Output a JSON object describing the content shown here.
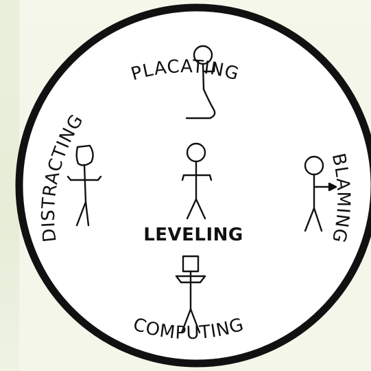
{
  "diagram": {
    "center_label": "LEVELING",
    "ring_labels": {
      "top": "PLACATING",
      "left": "DISTRACTING",
      "right": "BLAMING",
      "bottom": "COMPUTING"
    },
    "colors": {
      "ink": "#111111",
      "circle_fill": "#ffffff",
      "background": "#f3f6e8"
    }
  }
}
